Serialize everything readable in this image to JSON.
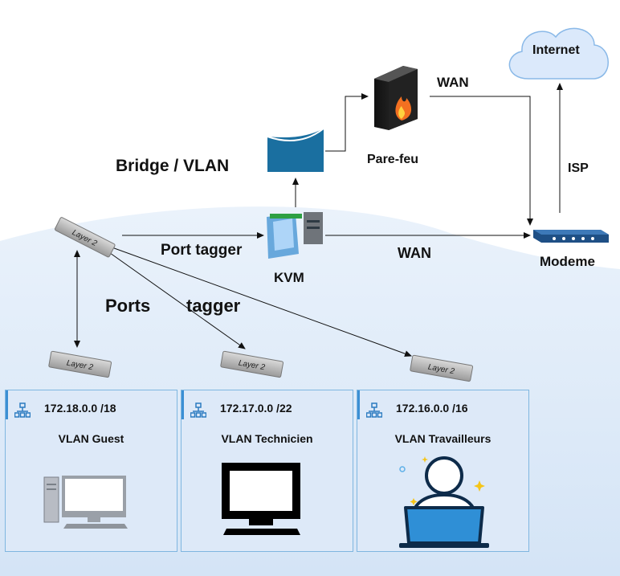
{
  "cloud": {
    "label": "Internet"
  },
  "firewall": {
    "label": "Pare-feu"
  },
  "bridge": {
    "label": "Bridge / VLAN"
  },
  "kvm": {
    "label": "KVM"
  },
  "modem": {
    "label": "Modeme"
  },
  "core_switch": {
    "label": "Layer 2"
  },
  "edge_labels": {
    "wan_top": "WAN",
    "wan_mid": "WAN",
    "isp": "ISP",
    "port_tagger": "Port tagger",
    "ports": "Ports",
    "tagger": "tagger"
  },
  "vlans": [
    {
      "subnet": "172.18.0.0 /18",
      "name": "VLAN Guest",
      "switch": "Layer 2"
    },
    {
      "subnet": "172.17.0.0 /22",
      "name": "VLAN Technicien",
      "switch": "Layer 2"
    },
    {
      "subnet": "172.16.0.0 /16",
      "name": "VLAN Travailleurs",
      "switch": "Layer 2"
    }
  ],
  "colors": {
    "accent": "#1a6fa0",
    "box_border": "#7fb6e0",
    "box_fill": "#dde9f8"
  }
}
